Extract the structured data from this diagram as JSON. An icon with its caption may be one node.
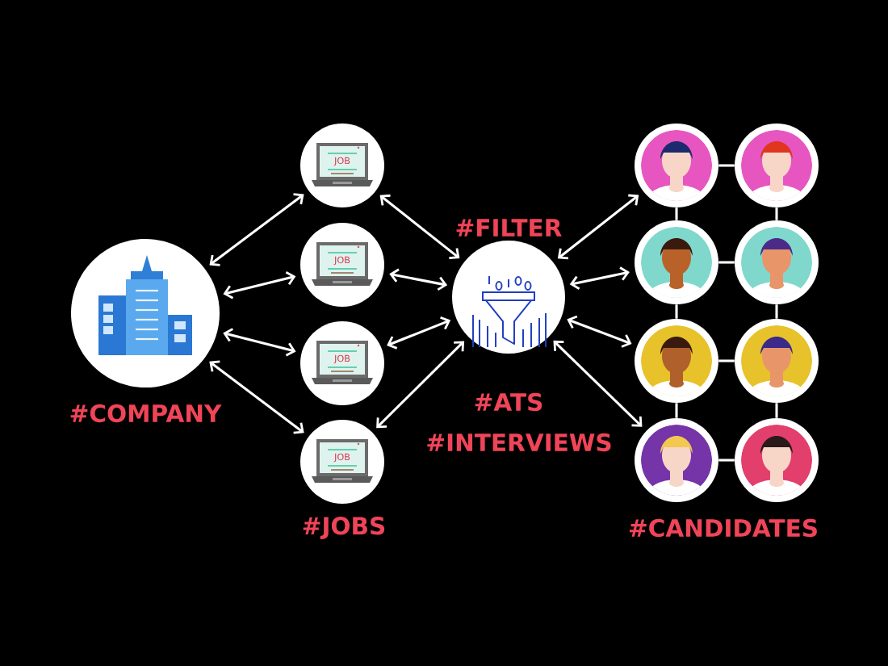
{
  "diagram": {
    "nodes": [
      {
        "text": [
          "#COMPANY"
        ]
      },
      {
        "text": [
          "JOB"
        ]
      },
      {
        "text": [
          "JOB"
        ]
      },
      {
        "text": [
          "JOB"
        ]
      },
      {
        "text": [
          "JOB"
        ]
      },
      {
        "text": [
          "#FILTER",
          "#ATS",
          "#INTERVIEWS"
        ]
      },
      {
        "text": [],
        "shape": "person"
      },
      {
        "text": [],
        "shape": "person"
      },
      {
        "text": [],
        "shape": "person"
      },
      {
        "text": [],
        "shape": "person"
      },
      {
        "text": [],
        "shape": "person"
      },
      {
        "text": [],
        "shape": "person"
      },
      {
        "text": [],
        "shape": "person"
      },
      {
        "text": [],
        "shape": "person"
      }
    ],
    "edges": [
      {
        "from": 0,
        "to": 1,
        "arrow": "both"
      },
      {
        "from": 0,
        "to": 2,
        "arrow": "both"
      },
      {
        "from": 0,
        "to": 3,
        "arrow": "both"
      },
      {
        "from": 0,
        "to": 4,
        "arrow": "both"
      },
      {
        "from": 1,
        "to": 5,
        "arrow": "both"
      },
      {
        "from": 2,
        "to": 5,
        "arrow": "both"
      },
      {
        "from": 3,
        "to": 5,
        "arrow": "both"
      },
      {
        "from": 4,
        "to": 5,
        "arrow": "both"
      },
      {
        "from": 5,
        "to": 6,
        "arrow": "both"
      },
      {
        "from": 5,
        "to": 8,
        "arrow": "both"
      },
      {
        "from": 5,
        "to": 10,
        "arrow": "both"
      },
      {
        "from": 5,
        "to": 12,
        "arrow": "both"
      },
      {
        "from": 6,
        "to": 7,
        "arrow": "none"
      },
      {
        "from": 8,
        "to": 9,
        "arrow": "none"
      },
      {
        "from": 10,
        "to": 11,
        "arrow": "none"
      },
      {
        "from": 12,
        "to": 13,
        "arrow": "none"
      },
      {
        "from": 6,
        "to": 8,
        "arrow": "none"
      },
      {
        "from": 8,
        "to": 10,
        "arrow": "none"
      },
      {
        "from": 10,
        "to": 12,
        "arrow": "none"
      },
      {
        "from": 7,
        "to": 9,
        "arrow": "none"
      },
      {
        "from": 9,
        "to": 11,
        "arrow": "none"
      },
      {
        "from": 11,
        "to": 13,
        "arrow": "none"
      }
    ],
    "labels": [
      "#JOBS",
      "#CANDIDATES"
    ]
  }
}
